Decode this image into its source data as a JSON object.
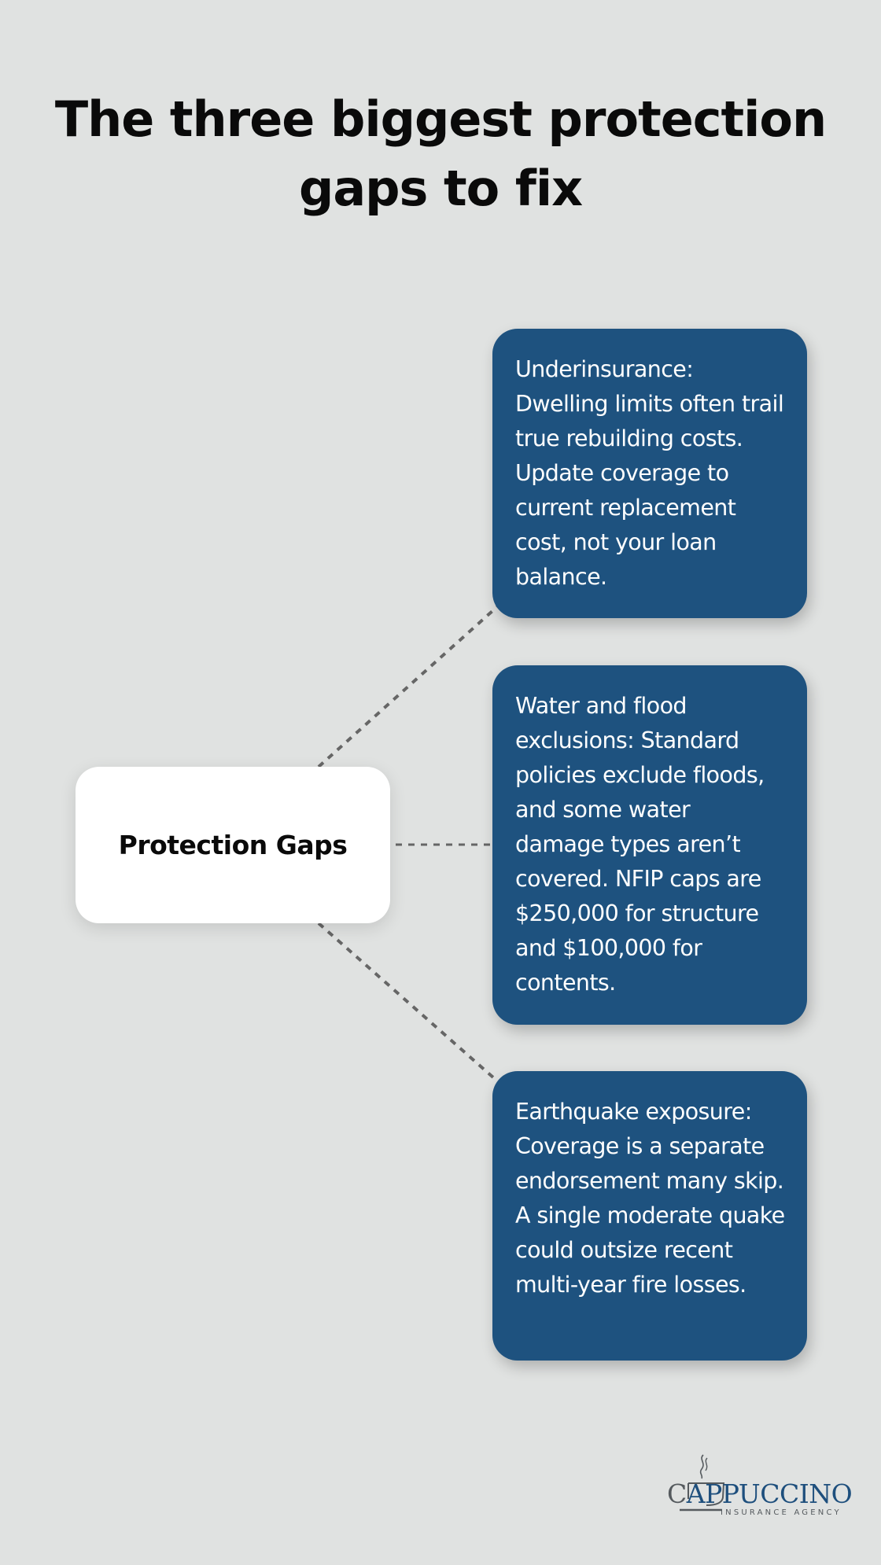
{
  "title": "The three biggest protection gaps to fix",
  "diagram": {
    "center_node": {
      "label": "Protection Gaps"
    },
    "branches": [
      {
        "text": "Underinsurance: Dwelling limits often trail true rebuilding costs. Update coverage to current replacement cost, not your loan balance."
      },
      {
        "text": "Water and flood exclusions: Standard policies exclude floods, and some water damage types aren’t covered. NFIP caps are $250,000 for structure and $100,000 for contents."
      },
      {
        "text": "Earthquake exposure: Coverage is a separate endorsement many skip. A single moderate quake could outsize recent multi-year fire losses."
      }
    ]
  },
  "logo": {
    "name_first": "C",
    "name_rest": "APPUCCINO",
    "tagline": "INSURANCE AGENCY"
  },
  "colors": {
    "background": "#e0e2e1",
    "card": "#1e527f",
    "center_node": "#ffffff",
    "connector": "#666666",
    "logo_blue": "#1e4f7d",
    "logo_gray": "#555a5e"
  }
}
